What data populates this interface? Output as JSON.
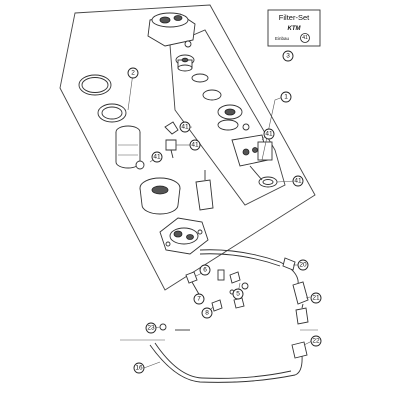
{
  "filter_set": {
    "title": "Filter-Set",
    "brand": "KTM",
    "note": "Einbau",
    "note_marker": "41"
  },
  "callouts": {
    "set_filter": "3",
    "set_pump": "1",
    "set_strainer": "2",
    "m41_a": "41",
    "m41_b": "41",
    "m41_c": "41",
    "m41_d": "41",
    "m41_e": "41",
    "p6": "6",
    "p7": "7",
    "p5": "5",
    "p8": "8",
    "p20": "20",
    "p21": "21",
    "p22": "22",
    "p23": "23",
    "p16": "16"
  }
}
